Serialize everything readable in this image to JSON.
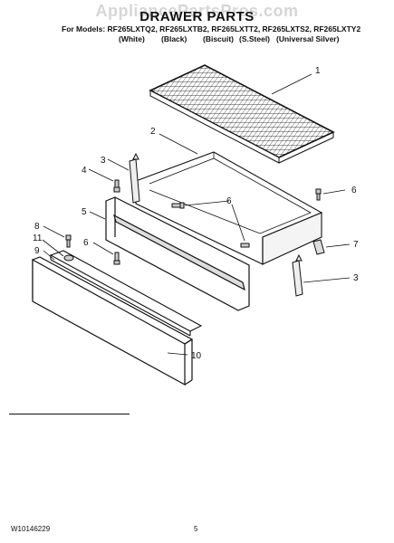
{
  "watermark": "AppliancePartsPros.com",
  "title": "DRAWER PARTS",
  "models": {
    "prefix": "For Models:",
    "list": "RF265LXTQ2, RF265LXTB2, RF265LXTT2, RF265LXTS2, RF265LXTY2"
  },
  "colors": [
    "(White)",
    "(Black)",
    "(Biscuit)",
    "(S.Steel)",
    "(Universal Silver)"
  ],
  "callouts": [
    "1",
    "2",
    "3",
    "4",
    "5",
    "6",
    "6",
    "6",
    "7",
    "3",
    "8",
    "11",
    "9",
    "10"
  ],
  "footer": {
    "doc_number": "W10146229",
    "page_number": "5"
  }
}
